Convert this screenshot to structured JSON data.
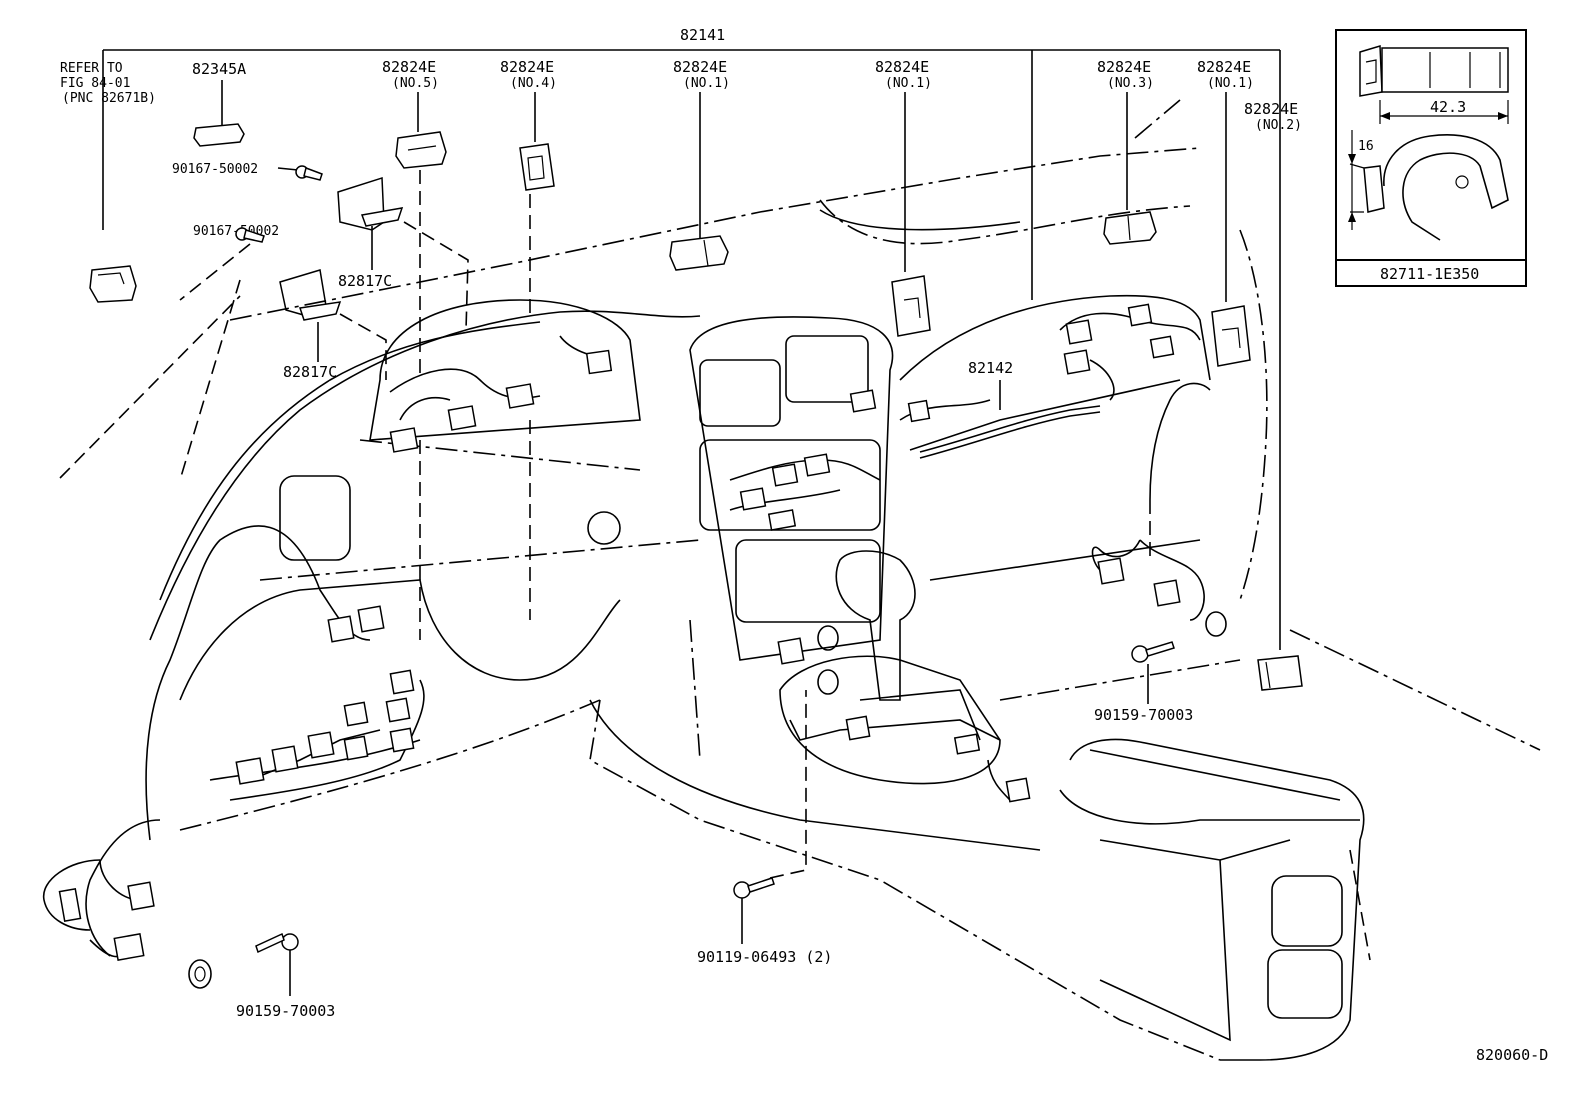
{
  "header": {
    "main_harness": "82141"
  },
  "callouts": {
    "refer_to_line1": "REFER TO",
    "refer_to_line2": "FIG 84-01",
    "refer_to_line3": "(PNC 82671B)",
    "part_82345a": "82345A",
    "screw_a": "90167-50002",
    "screw_b": "90167-50002",
    "bracket_a": "82817C",
    "bracket_b": "82817C",
    "clamp_no5": "82824E",
    "clamp_no5_sub": "(NO.5)",
    "clamp_no4": "82824E",
    "clamp_no4_sub": "(NO.4)",
    "clamp_no1_a": "82824E",
    "clamp_no1_a_sub": "(NO.1)",
    "clamp_no1_b": "82824E",
    "clamp_no1_b_sub": "(NO.1)",
    "clamp_no3": "82824E",
    "clamp_no3_sub": "(NO.3)",
    "clamp_no1_c": "82824E",
    "clamp_no1_c_sub": "(NO.1)",
    "clamp_no2": "82824E",
    "clamp_no2_sub": "(NO.2)",
    "sub_harness": "82142",
    "bolt_right": "90159-70003",
    "bolt_left": "90159-70003",
    "screw_center": "90119-06493 (2)"
  },
  "inset": {
    "dimension_width": "42.3",
    "dimension_height": "16",
    "part_number": "82711-1E350"
  },
  "footer": {
    "figure_code": "820060-D"
  }
}
